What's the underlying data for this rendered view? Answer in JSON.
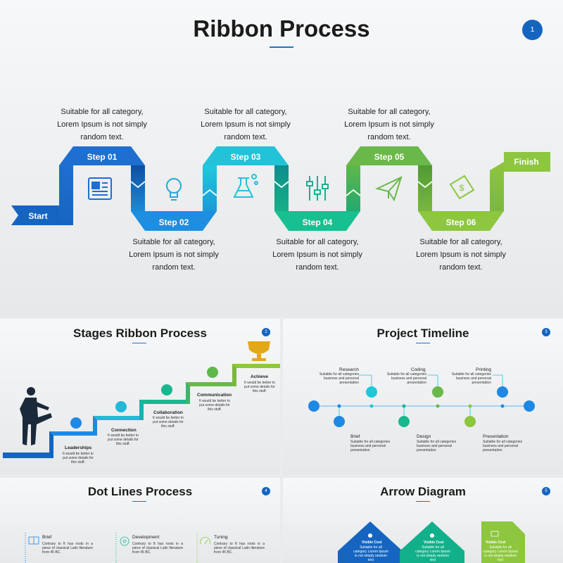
{
  "main": {
    "title": "Ribbon Process",
    "page_number": "1",
    "start_label": "Start",
    "finish_label": "Finish",
    "steps": [
      {
        "label": "Step 01",
        "desc": [
          "Suitable for all category,",
          "Lorem Ipsum is not simply",
          "random text."
        ]
      },
      {
        "label": "Step 02",
        "desc": [
          "Suitable for all category,",
          "Lorem Ipsum is not simply",
          "random text."
        ]
      },
      {
        "label": "Step 03",
        "desc": [
          "Suitable for all category,",
          "Lorem Ipsum is not simply",
          "random text."
        ]
      },
      {
        "label": "Step 04",
        "desc": [
          "Suitable for all category,",
          "Lorem Ipsum is not simply",
          "random text."
        ]
      },
      {
        "label": "Step 05",
        "desc": [
          "Suitable for all category,",
          "Lorem Ipsum is not simply",
          "random text."
        ]
      },
      {
        "label": "Step 06",
        "desc": [
          "Suitable for all category,",
          "Lorem Ipsum is not simply",
          "random text."
        ]
      }
    ],
    "icons": [
      "newspaper-icon",
      "lightbulb-icon",
      "flask-icon",
      "sliders-icon",
      "paper-plane-icon",
      "money-icon"
    ]
  },
  "stages": {
    "title": "Stages Ribbon Process",
    "page_number": "2",
    "items": [
      {
        "label": "Leaderships",
        "desc": "It would be better to put some details for this stuff."
      },
      {
        "label": "Connection",
        "desc": "It would be better to put some details for this stuff."
      },
      {
        "label": "Collaboration",
        "desc": "It would be better to put some details for this stuff."
      },
      {
        "label": "Communication",
        "desc": "It would be better to put some details for this stuff."
      },
      {
        "label": "Achieve",
        "desc": "It would be better to put some details for this stuff."
      }
    ]
  },
  "timeline": {
    "title": "Project Timeline",
    "page_number": "3",
    "top": [
      {
        "label": "Research",
        "desc": "Suitable for all categories business and personal presentation"
      },
      {
        "label": "Coding",
        "desc": "Suitable for all categories business and personal presentation"
      },
      {
        "label": "Printing",
        "desc": "Suitable for all categories business and personal presentation"
      }
    ],
    "bottom": [
      {
        "label": "Brief",
        "desc": "Suitable for all categories business and personal presentation"
      },
      {
        "label": "Design",
        "desc": "Suitable for all categories business and personal presentation"
      },
      {
        "label": "Presentation",
        "desc": "Suitable for all categories business and personal presentation"
      }
    ]
  },
  "dots": {
    "title": "Dot Lines Process",
    "page_number": "4",
    "items": [
      {
        "label": "Brief",
        "desc": "Contrary to ft has roots in a piece of classical Latin literature from 45 BC."
      },
      {
        "label": "Development",
        "desc": "Contrary to ft has roots in a piece of classical Latin literature from 45 BC."
      },
      {
        "label": "Tuning",
        "desc": "Contrary to ft has roots in a piece of classical Latin literature from 45 BC."
      }
    ]
  },
  "arrow": {
    "title": "Arrow Diagram",
    "page_number": "5",
    "items": [
      {
        "label": "Visible Cost",
        "desc": "Suitable for all category Lorem Ipsum is not simply random text"
      },
      {
        "label": "Visible Cost",
        "desc": "Suitable for all category Lorem Ipsum is not simply random text"
      },
      {
        "label": "Visible Cost",
        "desc": "Suitable for all category Lorem Ipsum is not simply random text"
      }
    ]
  },
  "colors": {
    "blue_dark": "#1565c0",
    "blue": "#1e88e5",
    "cyan": "#1ec8d8",
    "teal": "#12b08a",
    "green": "#6ab84a",
    "lime": "#8dc63f"
  }
}
